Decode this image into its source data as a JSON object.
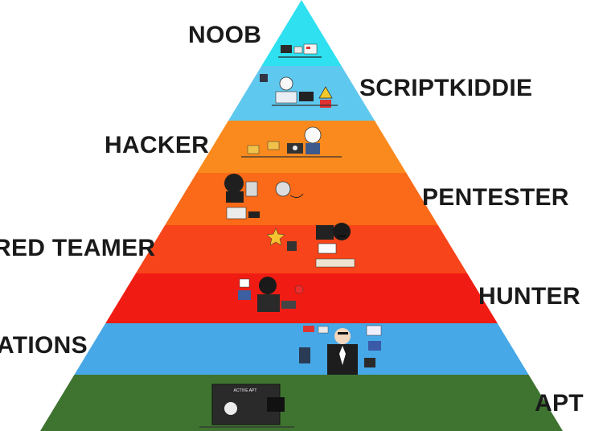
{
  "levels": [
    {
      "label": "NOOB",
      "color": "#2ee0f0"
    },
    {
      "label": "SCRIPTKIDDIE",
      "color": "#5fc8ee"
    },
    {
      "label": "HACKER",
      "color": "#fb8a1e"
    },
    {
      "label": "PENTESTER",
      "color": "#fa6a18"
    },
    {
      "label": "RED TEAMER",
      "color": "#f8441a"
    },
    {
      "label": "HUNTER",
      "color": "#f01c14"
    },
    {
      "label": "ATIONS",
      "color": "#46a8e6"
    },
    {
      "label": "APT",
      "color": "#3f7430"
    }
  ],
  "icons": [
    "laptop-icon",
    "person-icon",
    "bug-icon",
    "skull-icon",
    "globe-icon",
    "star-icon",
    "hacker-icon",
    "agent-icon",
    "flag-icon",
    "monitor-icon"
  ],
  "panel_text": {
    "apt_screen": "ACTIVE APT"
  }
}
